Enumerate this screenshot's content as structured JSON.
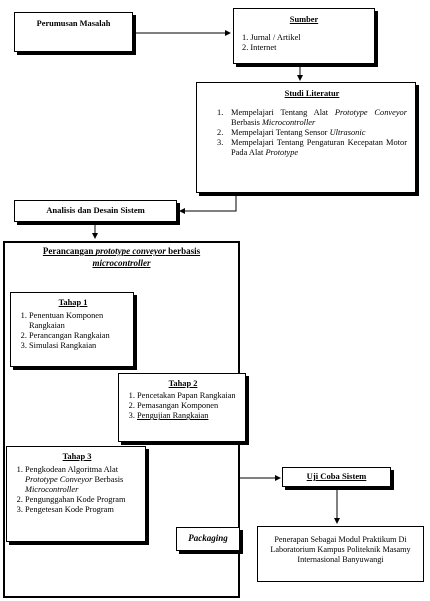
{
  "perumusan": {
    "label": "Perumusan Masalah"
  },
  "sumber": {
    "title": "Sumber",
    "items": [
      "1. Jurnal / Artikel",
      "2. Internet"
    ]
  },
  "studi": {
    "title": "Studi Literatur",
    "items": [
      {
        "num": "1.",
        "pre": "Mempelajari Tentang Alat ",
        "em": "Prototype Conveyor",
        "mid": " Berbasis ",
        "em2": "Microcontroller"
      },
      {
        "num": "2.",
        "pre": "Mempelajari Tentang Sensor ",
        "em": "Ultrasonic"
      },
      {
        "num": "3.",
        "pre": "Mempelajari Tentang Pengaturan Kecepatan Motor Pada Alat ",
        "em": "Prototype"
      }
    ]
  },
  "analisis": {
    "label": "Analisis dan Desain Sistem"
  },
  "perancangan": {
    "title_pre": "Perancangan ",
    "title_em": "prototype conveyor",
    "title_mid": " berbasis",
    "title_em2": "microcontroller"
  },
  "tahap1": {
    "title": "Tahap 1",
    "items": [
      "Penentuan Komponen Rangkaian",
      "Perancangan Rangkaian",
      "Simulasi Rangkaian"
    ]
  },
  "tahap2": {
    "title": "Tahap 2",
    "items": [
      "Pencetakan Papan Rangkaian",
      "Pemasangan Komponen",
      "Pengujian Rangkaian"
    ]
  },
  "tahap3": {
    "title": "Tahap 3",
    "item1_pre": "Pengkodean Algoritma Alat ",
    "item1_em": "Prototype Conveyor",
    "item1_mid": " Berbasis ",
    "item1_em2": "Microcontroller",
    "items_rest": [
      "Pengunggahan Kode Program",
      "Pengetesan Kode Program"
    ]
  },
  "packaging": {
    "label": "Packaging"
  },
  "uji": {
    "label": "Uji Coba Sistem"
  },
  "penerapan": {
    "label": "Penerapan Sebagai Modul Praktikum Di Laboratorium Kampus Politeknik Masamy Internasional Banyuwangi"
  }
}
